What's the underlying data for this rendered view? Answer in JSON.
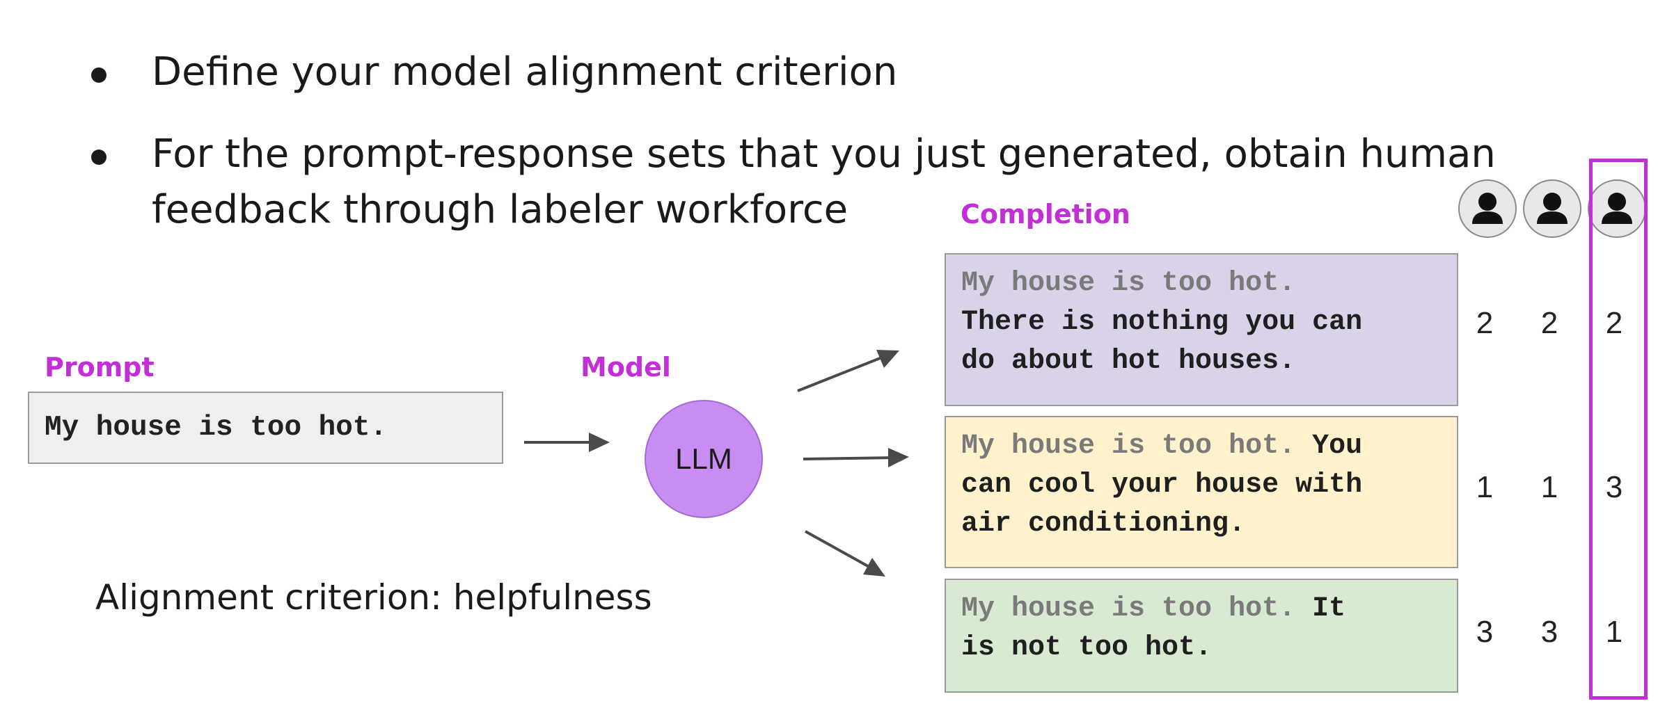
{
  "bullets": [
    "Define your model alignment criterion",
    "For the prompt-response sets that you just generated, obtain human",
    "feedback through labeler workforce"
  ],
  "labels": {
    "prompt": "Prompt",
    "model": "Model",
    "completion": "Completion"
  },
  "prompt_text": "My house is too hot.",
  "model_name": "LLM",
  "completions": [
    {
      "prefix": "My house is too hot.",
      "text": "There is nothing you can\ndo about hot houses.",
      "scores": [
        "2",
        "2",
        "2"
      ],
      "color": "#d9d2e9"
    },
    {
      "prefix": "My house is too hot.",
      "text": " You\ncan cool your house with\nair conditioning.",
      "scores": [
        "1",
        "1",
        "3"
      ],
      "color": "#fff2cc"
    },
    {
      "prefix": "My house is too hot.",
      "text": " It\nis not too hot.",
      "scores": [
        "3",
        "3",
        "1"
      ],
      "color": "#d9ead3"
    }
  ],
  "labelers": [
    "person-icon",
    "person-icon",
    "person-icon"
  ],
  "criterion": "Alignment criterion: helpfulness",
  "colors": {
    "accent": "#c22fd6",
    "llm": "#c88cf2",
    "prompt_box": "#efefef"
  }
}
